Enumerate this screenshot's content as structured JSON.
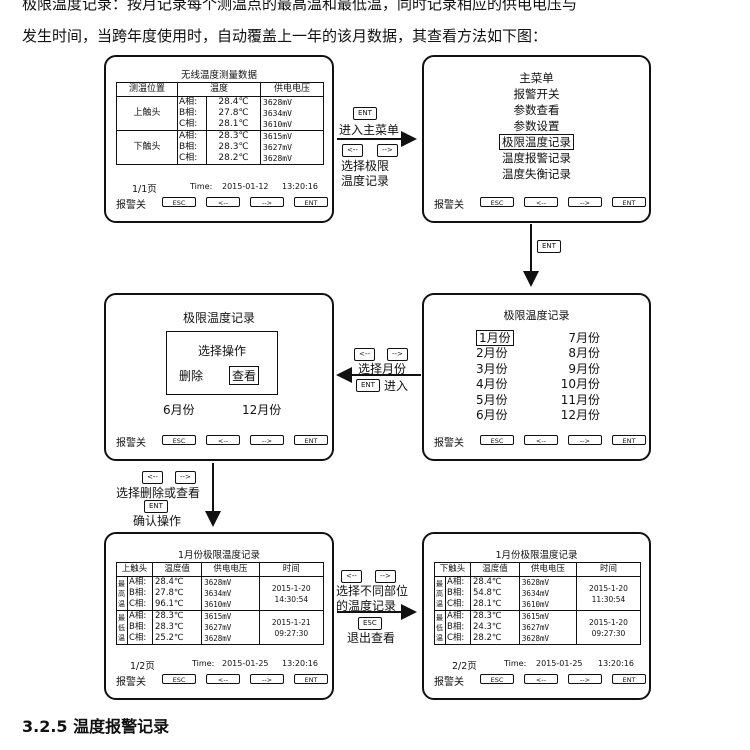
{
  "intro": {
    "line1": "极限温度记录：按月记录每个测温点的最高温和最低温，同时记录相应的供电电压与",
    "line2": "发生时间，当跨年度使用时，自动覆盖上一年的该月数据，其查看方法如下图："
  },
  "keys": {
    "alarm_off": "报警关",
    "esc": "ESC",
    "left": "<--",
    "right": "-->",
    "ent": "ENT"
  },
  "screen1": {
    "title": "无线温度测量数据",
    "headers": [
      "测温位置",
      "温度",
      "供电电压"
    ],
    "groups": [
      {
        "position": "上触头",
        "phases": [
          "A相:",
          "B相:",
          "C相:"
        ],
        "temps": [
          "28.4℃",
          "27.8℃",
          "28.1℃"
        ],
        "volts": [
          "3628mV",
          "3634mV",
          "3610mV"
        ]
      },
      {
        "position": "下触头",
        "phases": [
          "A相:",
          "B相:",
          "C相:"
        ],
        "temps": [
          "28.3℃",
          "28.3℃",
          "28.2℃"
        ],
        "volts": [
          "3615mV",
          "3627mV",
          "3628mV"
        ]
      }
    ],
    "page": "1/1页",
    "time_label": "Time:",
    "date": "2015-01-12",
    "clock": "13:20:16"
  },
  "screen2": {
    "items": [
      "主菜单",
      "报警开关",
      "参数查看",
      "参数设置",
      "极限温度记录",
      "温度报警记录",
      "温度失衡记录"
    ]
  },
  "screen3": {
    "title": "极限温度记录",
    "left_months": [
      "1月份",
      "2月份",
      "3月份",
      "4月份",
      "5月份",
      "6月份"
    ],
    "right_months": [
      "7月份",
      "8月份",
      "9月份",
      "10月份",
      "11月份",
      "12月份"
    ]
  },
  "screen4": {
    "title": "极限温度记录",
    "dialog_title": "选择操作",
    "delete": "删除",
    "view": "查看",
    "month_left": "6月份",
    "month_right": "12月份"
  },
  "screen5": {
    "title": "1月份极限温度记录",
    "headers": [
      "上触头",
      "温度值",
      "供电电压",
      "时间"
    ],
    "max_label": [
      "最",
      "高",
      "温"
    ],
    "min_label": [
      "最",
      "低",
      "温"
    ],
    "phases": [
      "A相:",
      "B相:",
      "C相:"
    ],
    "max_temps": [
      "28.4℃",
      "27.8℃",
      "96.1℃"
    ],
    "max_volts": [
      "3628mV",
      "3634mV",
      "3610mV"
    ],
    "max_time": [
      "2015-1-20",
      "14:30:54"
    ],
    "min_temps": [
      "28.3℃",
      "28.3℃",
      "25.2℃"
    ],
    "min_volts": [
      "3615mV",
      "3627mV",
      "3628mV"
    ],
    "min_time": [
      "2015-1-21",
      "09:27:30"
    ],
    "page": "1/2页",
    "time_label": "Time:",
    "date": "2015-01-25",
    "clock": "13:20:16"
  },
  "screen6": {
    "title": "1月份极限温度记录",
    "headers": [
      "下触头",
      "温度值",
      "供电电压",
      "时间"
    ],
    "max_label": [
      "最",
      "高",
      "温"
    ],
    "min_label": [
      "最",
      "低",
      "温"
    ],
    "phases": [
      "A相:",
      "B相:",
      "C相:"
    ],
    "max_temps": [
      "28.4℃",
      "54.8℃",
      "28.1℃"
    ],
    "max_volts": [
      "3628mV",
      "3634mV",
      "3610mV"
    ],
    "max_time": [
      "2015-1-20",
      "11:30:54"
    ],
    "min_temps": [
      "28.3℃",
      "24.3℃",
      "28.2℃"
    ],
    "min_volts": [
      "3615mV",
      "3627mV",
      "3628mV"
    ],
    "min_time": [
      "2015-1-20",
      "09:27:30"
    ],
    "page": "2/2页",
    "time_label": "Time:",
    "date": "2015-01-25",
    "clock": "13:20:16"
  },
  "flow": {
    "a1_key": "ENT",
    "a1_text": "进入主菜单",
    "a1b_key1": "<--",
    "a1b_key2": "-->",
    "a1b_text1": "选择极限",
    "a1b_text2": "温度记录",
    "a2_key": "ENT",
    "a3_key1": "<--",
    "a3_key2": "-->",
    "a3_text": "选择月份",
    "a3_key3": "ENT",
    "a3_text2": "进入",
    "a4_key1": "<--",
    "a4_key2": "-->",
    "a4_text": "选择删除或查看",
    "a4_key3": "ENT",
    "a4_text2": "确认操作",
    "a5_key1": "<--",
    "a5_key2": "-->",
    "a5_text1": "选择不同部位",
    "a5_text2": "的温度记录",
    "a5_key3": "ESC",
    "a5_text3": "退出查看"
  },
  "section_heading": "3.2.5  温度报警记录"
}
